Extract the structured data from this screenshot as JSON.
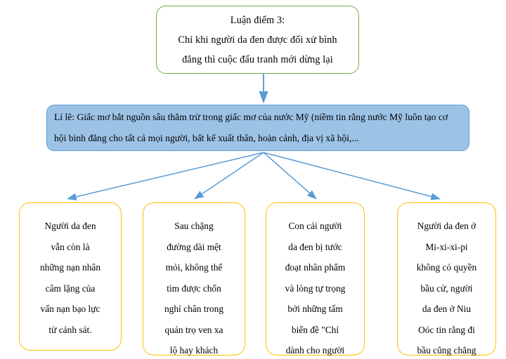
{
  "diagram": {
    "title_text": "Luận điểm 3:\nChỉ khi người da đen được đối xử bình\nđẳng thì cuộc đấu tranh mới dừng lại",
    "reason_text": "Lí lẽ: Giấc mơ bắt nguồn sâu thẳm trừ trong giấc mơ của nước Mỹ (niềm tin rằng nước Mỹ luôn tạo cơ hội bình đẳng cho tất cả mọi người, bất kể xuất thân, hoàn cảnh, địa vị xã hội,...",
    "evidence": [
      {
        "text": "Người da đen\nvẫn còn là\nnhững nạn nhân\ncâm lặng của\nvấn nạn bạo lực\ntừ cảnh sát."
      },
      {
        "text": "Sau chặng\nđường dài mệt\nmỏi, không thể\ntìm được chốn\nnghỉ chân trong\nquán trọ ven xa\nlộ hay khách"
      },
      {
        "text": "Con cái người\nda đen bị tước\nđoạt nhân phẩm\nvà lòng tự trọng\nbởi những tấm\nbiển đề \"Chỉ\ndành cho người"
      },
      {
        "text": "Người da đen ở\nMi-xi-xi-pi\nkhông có quyền\nbầu cử, người\nda đen ở Niu\nOóc tin rằng đi\nbầu cũng chẳng"
      }
    ],
    "colors": {
      "claim_border": "#70AD47",
      "reason_border": "#5B9BD5",
      "reason_fill": "#9CC3E5",
      "evidence_border": "#FFC000",
      "connector": "#5B9BD5",
      "text": "#000000",
      "background": "#FFFFFF"
    }
  }
}
